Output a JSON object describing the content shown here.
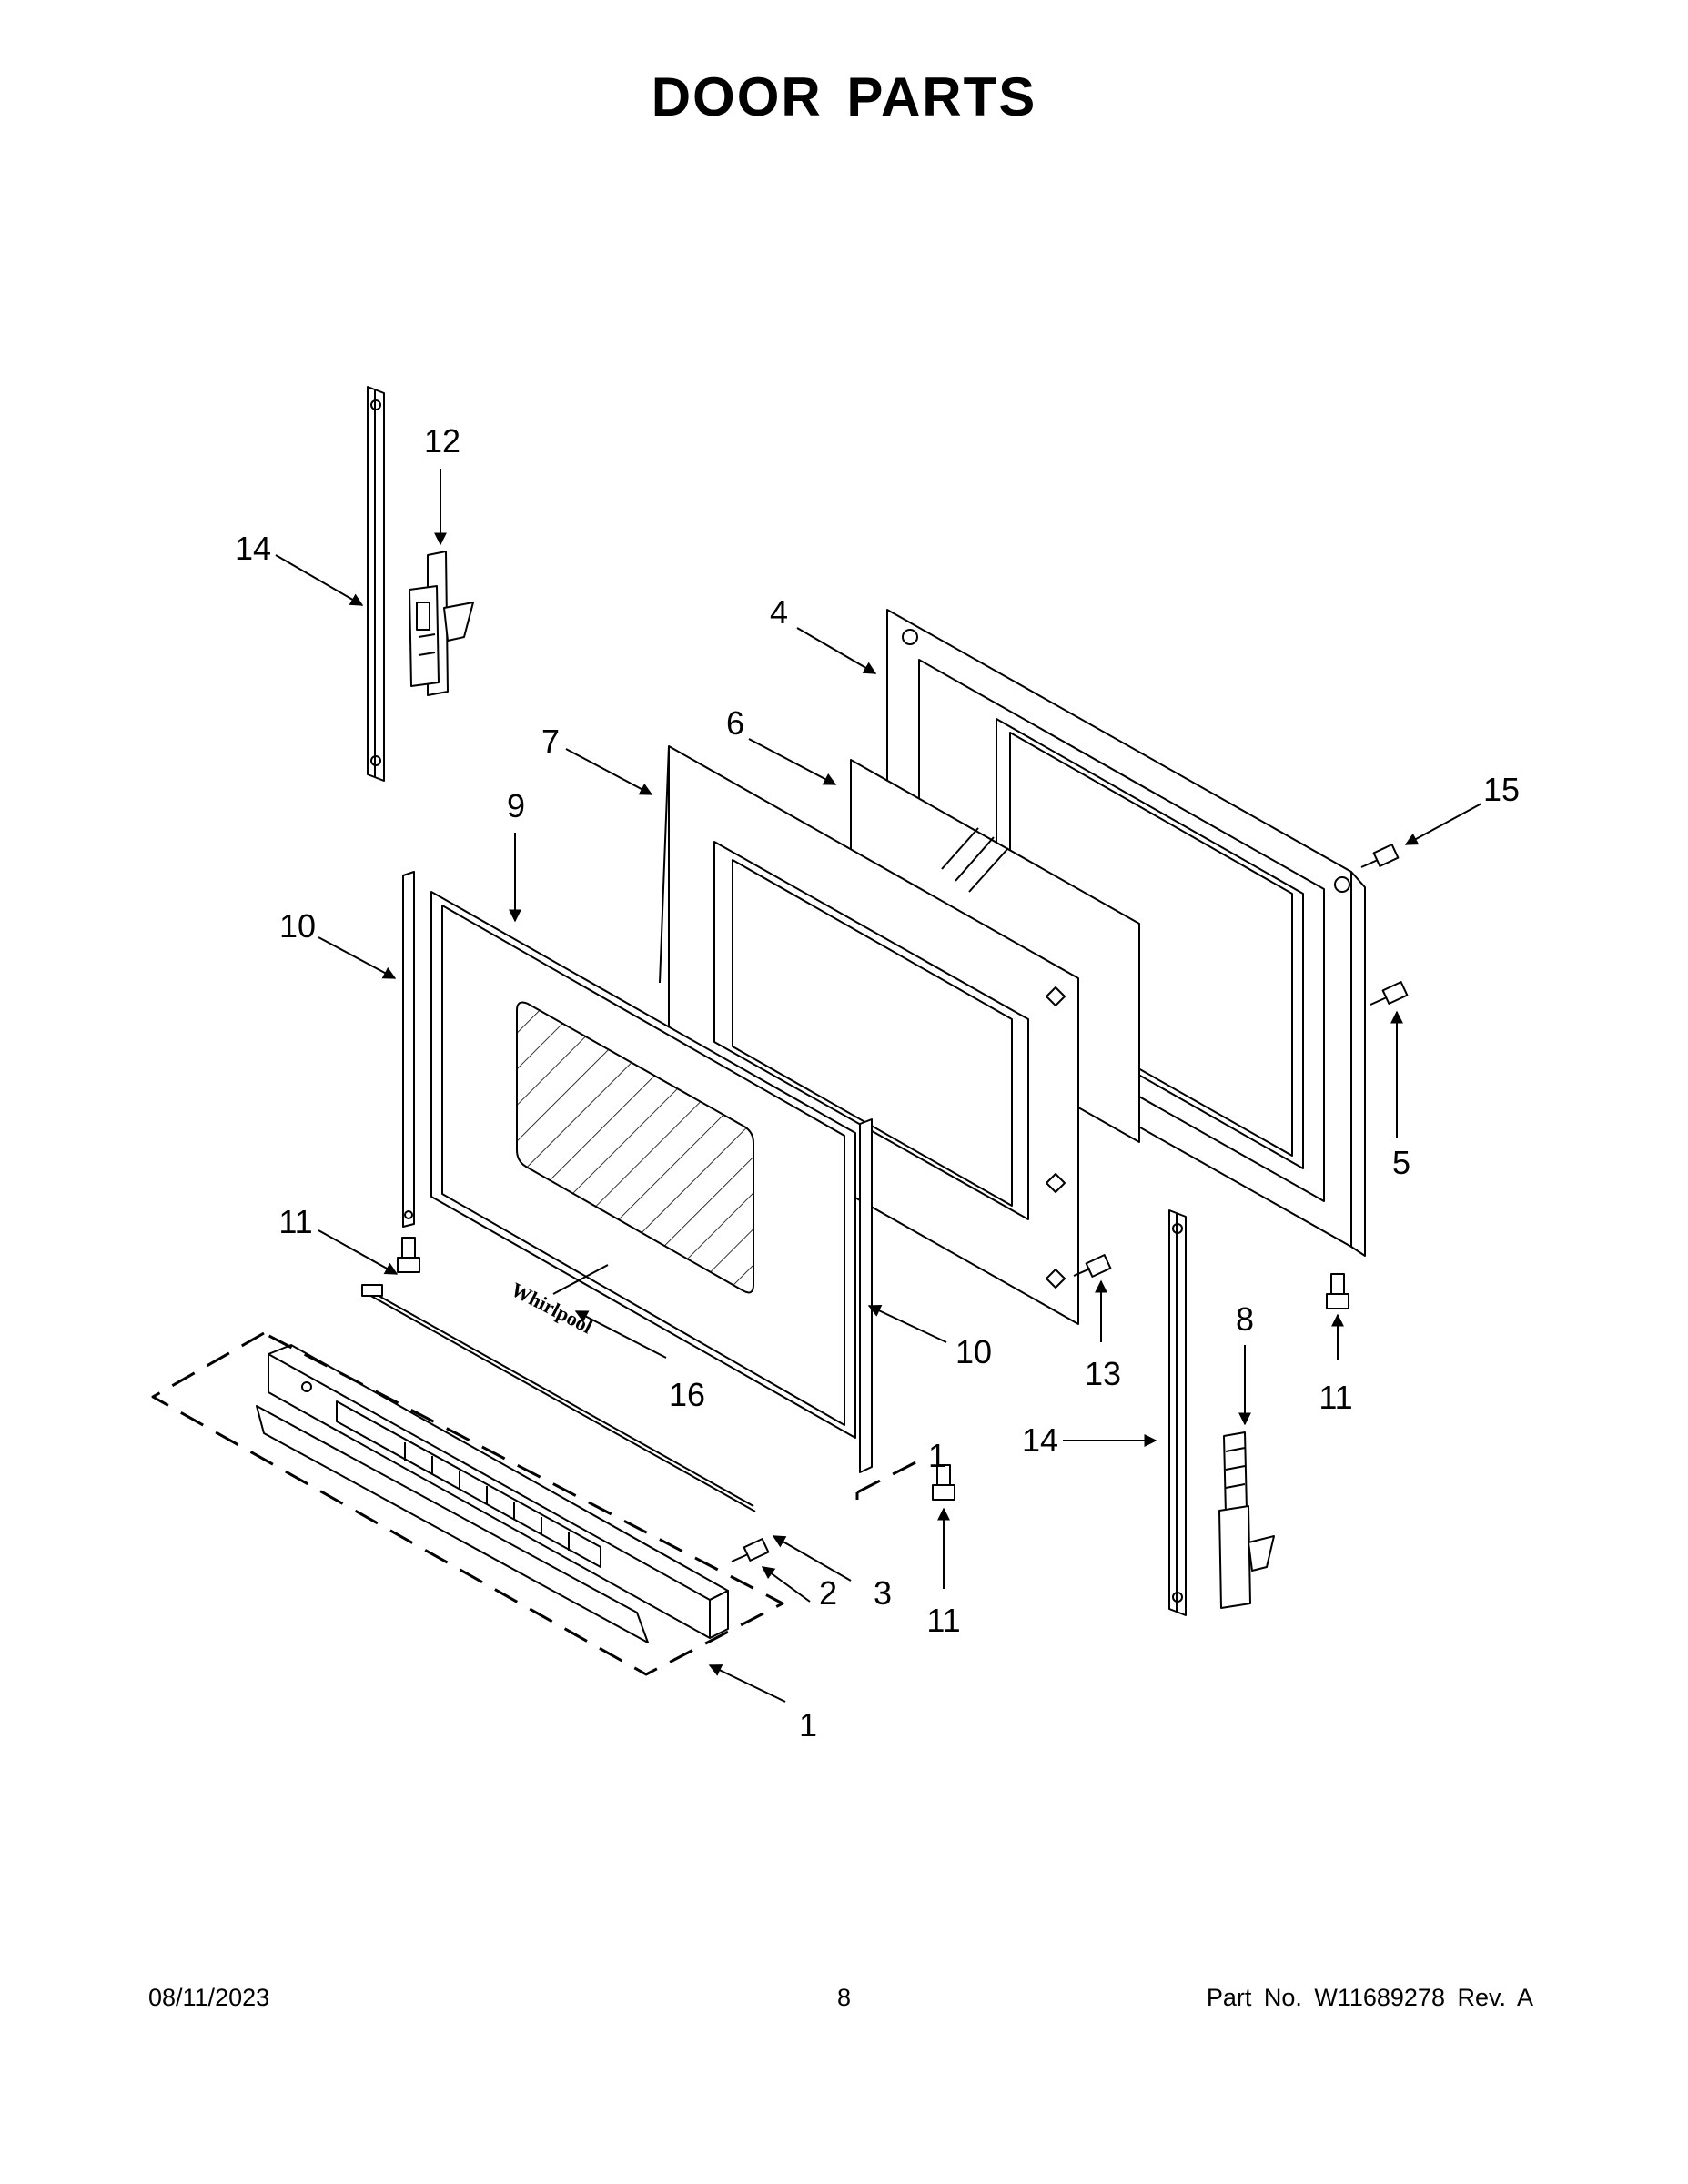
{
  "page": {
    "title": "DOOR PARTS"
  },
  "diagram": {
    "logo_text": "Whirlpool",
    "callouts": [
      "14",
      "12",
      "4",
      "7",
      "6",
      "9",
      "10",
      "15",
      "5",
      "11",
      "13",
      "16",
      "10",
      "8",
      "11",
      "14",
      "2",
      "3",
      "11",
      "1",
      "1"
    ]
  },
  "footer": {
    "date": "08/11/2023",
    "page_number": "8",
    "part_number": "Part No.  W11689278  Rev.  A"
  }
}
